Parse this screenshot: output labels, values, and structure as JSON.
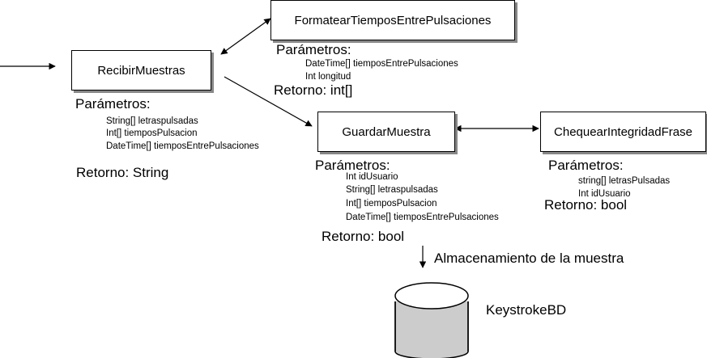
{
  "functions": {
    "recibir": {
      "name": "RecibirMuestras",
      "params_heading": "Parámetros:",
      "params": [
        "String[] letraspulsadas",
        "Int[] tiemposPulsacion",
        "DateTime[] tiemposEntrePulsaciones"
      ],
      "returns": "Retorno: String"
    },
    "formatear": {
      "name": "FormatearTiemposEntrePulsaciones",
      "params_heading": "Parámetros:",
      "params": [
        "DateTime[] tiemposEntrePulsaciones",
        "Int longitud"
      ],
      "returns": "Retorno: int[]"
    },
    "guardar": {
      "name": "GuardarMuestra",
      "params_heading": "Parámetros:",
      "params": [
        "Int idUsuario",
        "String[] letraspulsadas",
        "Int[] tiemposPulsacion",
        "DateTime[] tiemposEntrePulsaciones"
      ],
      "returns": "Retorno: bool"
    },
    "chequear": {
      "name": "ChequearIntegridadFrase",
      "params_heading": "Parámetros:",
      "params": [
        "string[] letrasPulsadas",
        "Int idUsuario"
      ],
      "returns": "Retorno: bool"
    }
  },
  "storage": {
    "label": "Almacenamiento de la muestra",
    "database": "KeystrokeBD"
  }
}
